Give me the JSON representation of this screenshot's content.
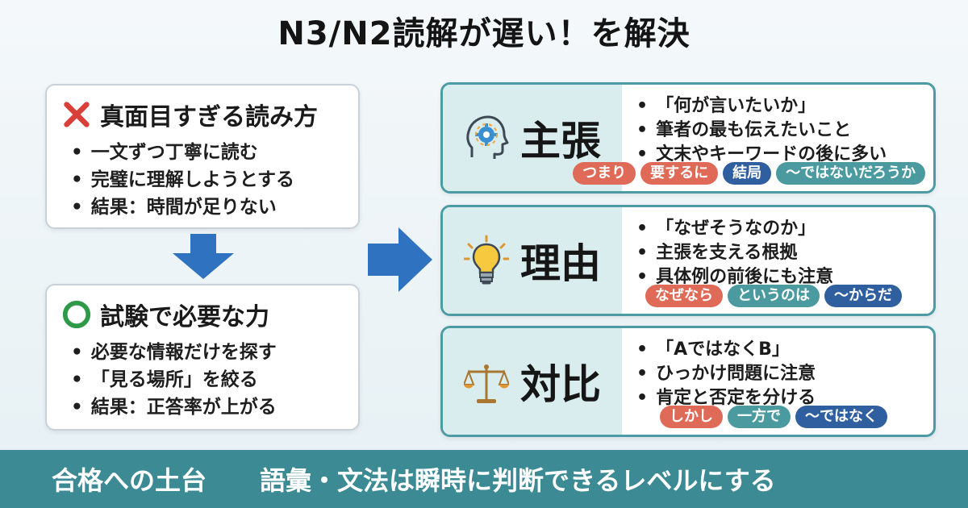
{
  "title": "N3/N2読解が遅い！を解決",
  "colors": {
    "accent": "#3b8a94",
    "bad": "#d9403a",
    "good": "#2e9a48",
    "arrow": "#2f72c0",
    "tag_red": "#e06a58",
    "tag_teal": "#4a9aa0",
    "tag_blue": "#2f5f9e"
  },
  "bad_card": {
    "icon": "cross-icon",
    "heading": "真面目すぎる読み方",
    "items": [
      "一文ずつ丁寧に読む",
      "完璧に理解しようとする",
      "結果：時間が足りない"
    ]
  },
  "good_card": {
    "icon": "circle-icon",
    "heading": "試験で必要な力",
    "items": [
      "必要な情報だけを探す",
      "「見る場所」を絞る",
      "結果：正答率が上がる"
    ]
  },
  "categories": [
    {
      "icon": "head-gear-icon",
      "title": "主張",
      "points": [
        "「何が言いたいか」",
        "筆者の最も伝えたいこと",
        "文末やキーワードの後に多い"
      ],
      "tags": [
        "つまり",
        "要するに",
        "結局",
        "〜ではないだろうか"
      ]
    },
    {
      "icon": "lightbulb-icon",
      "title": "理由",
      "points": [
        "「なぜそうなのか」",
        "主張を支える根拠",
        "具体例の前後にも注意"
      ],
      "tags": [
        "なぜなら",
        "というのは",
        "〜からだ"
      ]
    },
    {
      "icon": "scales-icon",
      "title": "対比",
      "points": [
        "「AではなくB」",
        "ひっかけ問題に注意",
        "肯定と否定を分ける"
      ],
      "tags": [
        "しかし",
        "一方で",
        "〜ではなく"
      ]
    }
  ],
  "footer": {
    "label": "合格への土台",
    "text": "語彙・文法は瞬時に判断できるレベルにする"
  }
}
